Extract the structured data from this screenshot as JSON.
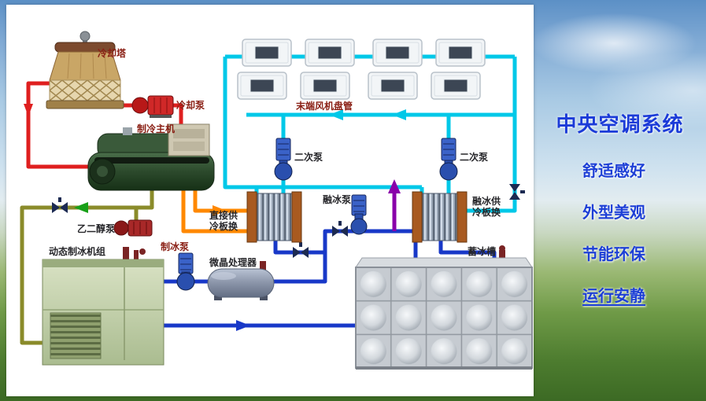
{
  "panel": {
    "title": "中央空调系统",
    "features": [
      "舒适感好",
      "外型美观",
      "节能环保",
      "运行安静"
    ]
  },
  "diagram": {
    "labels": {
      "cooling_tower": "冷却塔",
      "cooling_pump": "冷却泵",
      "chiller": "制冷主机",
      "fan_coil_header": "末端风机盘管",
      "secondary_pump_left": "二次泵",
      "secondary_pump_right": "二次泵",
      "melt_ice_pump": "融冰泵",
      "direct_hx_line1": "直接供",
      "direct_hx_line2": "冷板换",
      "melt_hx_line1": "融冰供",
      "melt_hx_line2": "冷板换",
      "glycol_pump": "乙二醇泵",
      "ice_making_pump": "制冰泵",
      "micro_crystal_processor": "微晶处理器",
      "dynamic_ice_unit": "动态制冰机组",
      "ice_storage_tank": "蓄冰槽"
    },
    "pipe_colors": {
      "chilled_water": "#00c8e8",
      "condenser_water": "#df1f1f",
      "glycol_loop": "#8a8b2a",
      "direct_supply": "#ff8800",
      "ice_water_loop": "#1838c8",
      "melt_return": "#8a00aa",
      "flow_arrow_green": "#18a018"
    }
  }
}
